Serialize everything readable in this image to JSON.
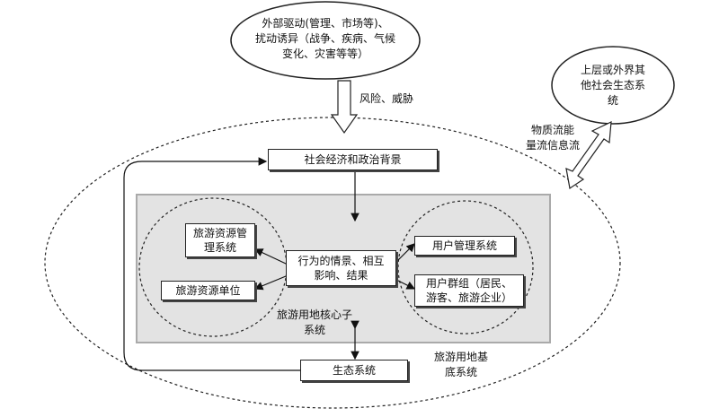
{
  "external_drivers": {
    "line1": "外部驱动(管理、市场等)、",
    "line2": "扰动诱异（战争、疾病、气候",
    "line3": "变化、灾害等等）"
  },
  "upper_system": {
    "line1": "上层或外界其",
    "line2": "他社会生态系",
    "line3": "统"
  },
  "risk_label": "风险、威胁",
  "flow_label": {
    "line1": "物质流能",
    "line2": "量流信息流"
  },
  "socio_background": "社会经济和政治背景",
  "tourism_mgmt": {
    "line1": "旅游资源管",
    "line2": "理系统"
  },
  "tourism_unit": "旅游资源单位",
  "behavior": {
    "line1": "行为的情景、相互",
    "line2": "影响、结果"
  },
  "user_mgmt": "用户管理系统",
  "user_groups": {
    "line1": "用户群组（居民、",
    "line2": "游客、旅游企业）"
  },
  "core_subsystem": {
    "line1": "旅游用地核心子",
    "line2": "系统"
  },
  "base_subsystem": {
    "line1": "旅游用地基",
    "line2": "底系统"
  },
  "ecosystem": "生态系统"
}
